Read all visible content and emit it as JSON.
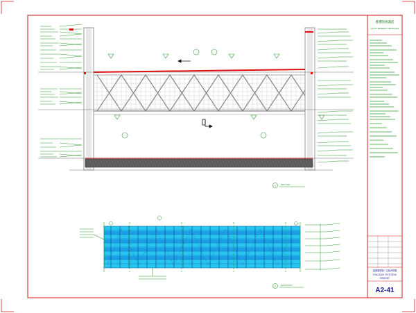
{
  "sheet": {
    "frame_color": "#d01818",
    "line_green": "#2f9a2f",
    "line_red": "#e01010",
    "fill_blue": "#1aa0e8",
    "fill_cyan": "#26c6f0",
    "structure_grey": "#9a9a9a"
  },
  "title_block": {
    "project_cn": "香港凯悦酒店",
    "project_en": "HYATT REGENCY RETROFIT",
    "drawing_title_cn": "连廊幕墙剖 / 立面大样图",
    "drawing_title_en_1": "FACADE SYSTEM",
    "drawing_title_en_2": "BRIDGE",
    "sheet_number": "A2-41"
  },
  "views": {
    "section": {
      "tag": "1",
      "label": "SECTION"
    },
    "elevation": {
      "tag": "2",
      "label": "ELEVATION"
    }
  },
  "icons": [
    "north-arrow-icon",
    "section-marker-icon",
    "grid-bubble-icon"
  ]
}
